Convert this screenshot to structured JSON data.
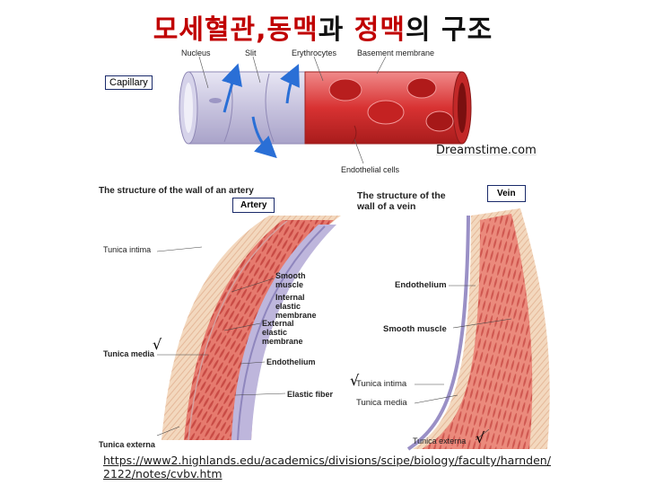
{
  "title": {
    "part1": "모세혈관,",
    "part2": "동맥",
    "part3": "과 ",
    "part4": "정맥",
    "part5": "의 ",
    "part6": "구조"
  },
  "capillary": {
    "box_label": "Capillary",
    "labels": {
      "nucleus": "Nucleus",
      "slit": "Slit",
      "erythrocytes": "Erythrocytes",
      "basement": "Basement membrane",
      "endothelial": "Endothelial cells"
    },
    "credit": "Dreamstime.com"
  },
  "artery": {
    "heading": "The structure of the wall of an artery",
    "box_label": "Artery",
    "labels": {
      "intima": "Tunica intima",
      "smooth": "Smooth muscle",
      "internal": "Internal elastic membrane",
      "external": "External elastic membrane",
      "media": "Tunica media",
      "endothelium": "Endothelium",
      "elastic_fiber": "Elastic fiber",
      "externa": "Tunica externa"
    }
  },
  "vein": {
    "heading": "The structure of the wall of a vein",
    "box_label": "Vein",
    "labels": {
      "endothelium": "Endothelium",
      "smooth": "Smooth muscle",
      "intima": "Tunica intima",
      "media": "Tunica media",
      "externa": "Tunica externa"
    }
  },
  "checkmark": "√",
  "source_url": "https://www2.highlands.edu/academics/divisions/scipe/biology/faculty/harnden/2122/notes/cvbv.htm",
  "colors": {
    "title_red": "#c00000",
    "capillary_wall": "#c9c6e0",
    "capillary_blood": "#d83232",
    "arrow_blue": "#2a6fd6",
    "muscle": "#e07870",
    "externa": "#f2d4b8",
    "intima": "#b8b0d8"
  }
}
